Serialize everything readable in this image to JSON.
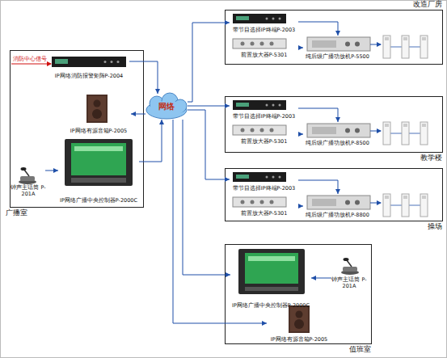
{
  "diagram": {
    "nodes": [
      {
        "text": [
          "广播室"
        ]
      },
      {
        "text": [
          "IP网络消防报警矩阵P-2004"
        ],
        "in": 0
      },
      {
        "text": [
          "IP网络有源音箱P-2005"
        ],
        "in": 0
      },
      {
        "text": [
          "IP网络广播中央控制器P-2000C"
        ],
        "in": 0
      },
      {
        "text": [
          "钟声主话筒 P-201A"
        ],
        "in": 0
      },
      {
        "text": [
          "网络"
        ]
      },
      {
        "text": [
          "改造厂房"
        ]
      },
      {
        "text": [
          "带节目选择IP终端P-2003"
        ],
        "in": 6
      },
      {
        "text": [
          "前置放大器P-5301"
        ],
        "in": 6
      },
      {
        "text": [
          "纯后级广播功放机P-5500"
        ],
        "in": 6
      },
      {
        "text": [
          "教学楼"
        ]
      },
      {
        "text": [
          "带节目选择IP终端P-2003"
        ],
        "in": 10
      },
      {
        "text": [
          "前置放大器P-5301"
        ],
        "in": 10
      },
      {
        "text": [
          "纯后级广播功放机P-8500"
        ],
        "in": 10
      },
      {
        "text": [
          "操场"
        ]
      },
      {
        "text": [
          "带节目选择IP终端P-2003"
        ],
        "in": 14
      },
      {
        "text": [
          "前置放大器P-5301"
        ],
        "in": 14
      },
      {
        "text": [
          "纯后级广播功放机P-8800"
        ],
        "in": 14
      },
      {
        "text": [
          "值班室"
        ]
      },
      {
        "text": [
          "IP网络广播中央控制器P-2000C"
        ],
        "in": 18
      },
      {
        "text": [
          "钟声主话筒 P-201A"
        ],
        "in": 18
      },
      {
        "text": [
          "IP网络有源音箱P-2005"
        ],
        "in": 18
      }
    ],
    "edges": [
      {
        "from": 4,
        "to": 3,
        "arrow": "to"
      },
      {
        "from": 1,
        "to": 5,
        "arrow": "to"
      },
      {
        "from": 3,
        "to": 5,
        "arrow": "to"
      },
      {
        "from": 5,
        "to": 2,
        "arrow": "to"
      },
      {
        "from": 5,
        "to": 7,
        "arrow": "to"
      },
      {
        "from": 5,
        "to": 11,
        "arrow": "to"
      },
      {
        "from": 5,
        "to": 15,
        "arrow": "to"
      },
      {
        "from": 5,
        "to": 19,
        "arrow": "to"
      },
      {
        "from": 5,
        "to": 21,
        "arrow": "to"
      },
      {
        "from": 7,
        "to": 9,
        "arrow": "to"
      },
      {
        "from": 8,
        "to": 9,
        "arrow": "to"
      },
      {
        "from": 11,
        "to": 13,
        "arrow": "to"
      },
      {
        "from": 12,
        "to": 13,
        "arrow": "to"
      },
      {
        "from": 15,
        "to": 17,
        "arrow": "to"
      },
      {
        "from": 16,
        "to": 17,
        "arrow": "to"
      },
      {
        "from": 20,
        "to": 19,
        "arrow": "to"
      }
    ],
    "labels": [
      "消防中心信号"
    ]
  }
}
